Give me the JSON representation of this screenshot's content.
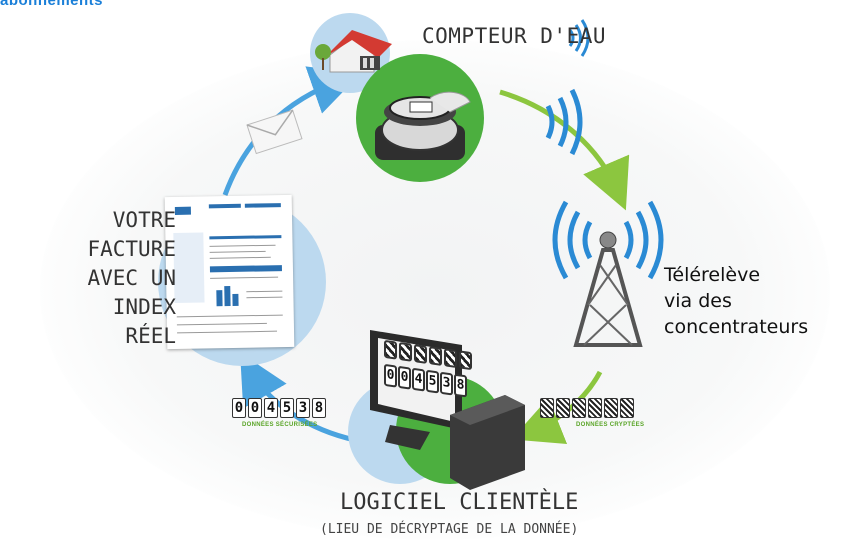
{
  "header": {
    "cut_title": "abonnements"
  },
  "nodes": {
    "compteur": {
      "title": "COMPTEUR D'EAU"
    },
    "telereleve": {
      "line1": "Télérelève",
      "line2": "via des",
      "line3": "concentrateurs"
    },
    "logiciel": {
      "title": "LOGICIEL CLIENTÈLE",
      "subtitle": "(LIEU DE DÉCRYPTAGE DE LA DONNÉE)"
    },
    "facture": {
      "line1": "VOTRE",
      "line2": "FACTURE",
      "line3": "AVEC UN",
      "line4": "INDEX RÉEL"
    }
  },
  "index": {
    "digits": [
      "0",
      "0",
      "4",
      "5",
      "3",
      "8"
    ],
    "secure_label": "DONNÉES SÉCURISÉES",
    "crypted_label": "DONNÉES CRYPTÉES"
  },
  "colors": {
    "blue_circle": "#bcd9ef",
    "green_circle": "#4caf3f",
    "blue_arrow": "#4aa3df",
    "green_arrow": "#8cc63f",
    "wave_blue": "#2a8ad4"
  },
  "icons": [
    "house-icon",
    "water-meter-icon",
    "antenna-tower-icon",
    "computer-icon",
    "envelope-icon",
    "invoice-document-icon",
    "wifi-wave-icon"
  ]
}
